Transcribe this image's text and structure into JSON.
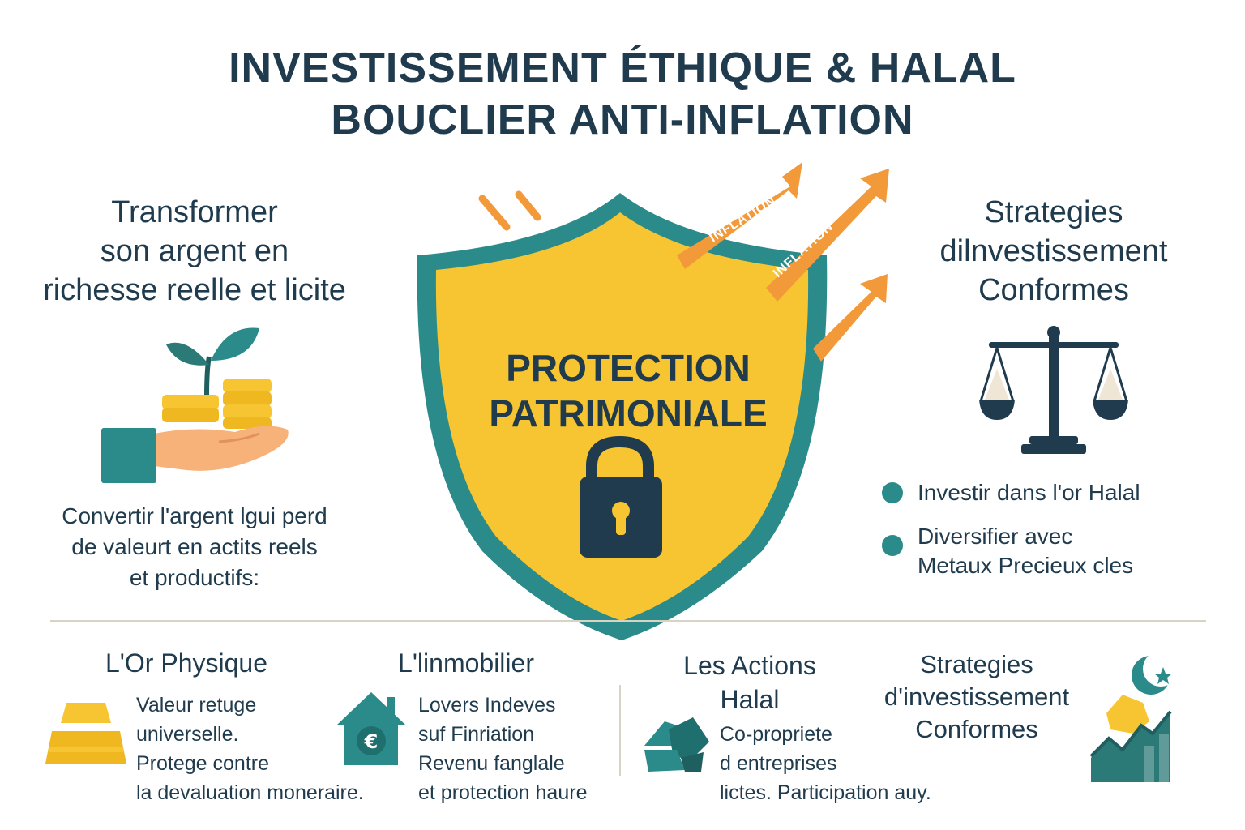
{
  "header": {
    "title_line1": "INVESTISSEMENT ÉTHIQUE & HALAL",
    "title_line2": "BOUCLIER ANTI-INFLATION"
  },
  "left": {
    "heading_lines": [
      "Transformer",
      "son argent en",
      "richesse reelle et licite"
    ],
    "body_lines": [
      "Convertir l'argent lgui perd",
      "de valeurt en actits reels",
      "et productifs:"
    ]
  },
  "center": {
    "shield_line1": "PROTECTION",
    "shield_line2": "PATRIMONIALE",
    "arrow1_text": "INFLATION",
    "arrow2_text": "INFLATION"
  },
  "right": {
    "heading_lines": [
      "Strategies",
      "dilnvestissement",
      "Conformes"
    ],
    "bullets": [
      {
        "lines": [
          "Investir dans l'or Halal"
        ]
      },
      {
        "lines": [
          "Diversifier avec",
          "Metaux Precieux cles"
        ]
      }
    ]
  },
  "bottom": {
    "col1": {
      "title": "L'Or Physique",
      "lines": [
        "Valeur retuge",
        "universelle.",
        "Protege contre",
        "la devaluation moneraire."
      ]
    },
    "col2": {
      "title": "L'linmobilier",
      "lines": [
        "Lovers Indeves",
        "suf Finriation",
        "Revenu fanglale",
        "et protection haure"
      ]
    },
    "col3": {
      "title_lines": [
        "Les Actions",
        "Halal"
      ],
      "lines": [
        "Co-propriete",
        "d entreprises",
        "lictes. Participation auy."
      ]
    },
    "col4": {
      "title_lines": [
        "Strategies",
        "d'investissement",
        "Conformes"
      ]
    }
  },
  "colors": {
    "navy": "#1f3b4d",
    "teal": "#2b8a8a",
    "gold": "#f7c531",
    "orange": "#f29a3a",
    "skin": "#f7b27a"
  }
}
